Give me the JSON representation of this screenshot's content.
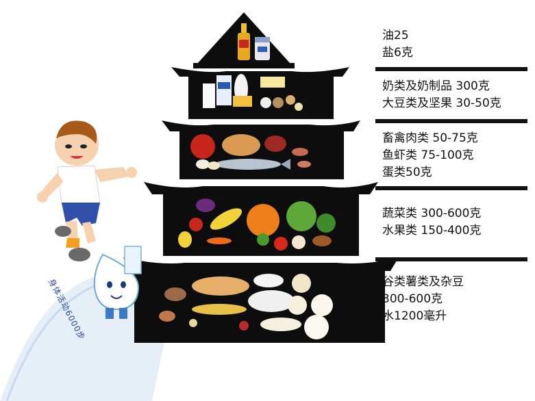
{
  "levels": [
    {
      "id": "top",
      "lines": [
        "油25",
        "盐6克"
      ]
    },
    {
      "id": "dairy",
      "lines": [
        "奶类及奶制品 300克",
        "大豆类及坚果 30-50克"
      ]
    },
    {
      "id": "meat",
      "lines": [
        "畜禽肉类 50-75克",
        "鱼虾类 75-100克",
        "蛋类50克"
      ]
    },
    {
      "id": "veg",
      "lines": [
        "蔬菜类 300-600克",
        "水果类 150-400克"
      ]
    },
    {
      "id": "grain",
      "lines": [
        "谷类薯类及杂豆",
        "300-600克",
        "水1200毫升"
      ]
    }
  ],
  "track_label": "身体活动6000步",
  "colors": {
    "pagoda": "#0d0d0d",
    "divider": "#111111",
    "track": "#dfeaf7",
    "track_text": "#2b4f9a"
  },
  "icons": {
    "mascot_boy": "running-boy-icon",
    "mascot_drop": "water-drop-icon",
    "oil": "oil-bottle-icon",
    "salt": "salt-shaker-icon"
  }
}
